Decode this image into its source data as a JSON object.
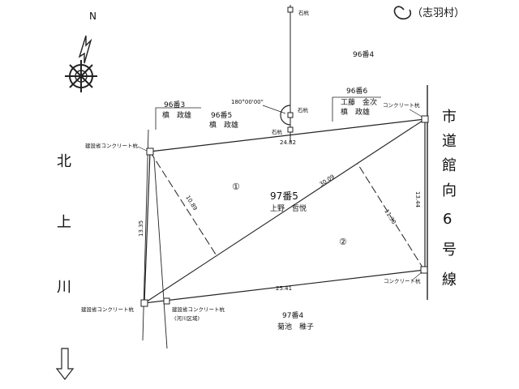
{
  "corner_note": "（志羽村）",
  "north_label": "N",
  "parcel_labels": {
    "n96_4_top": "96番4",
    "n96_3": "96番3",
    "n96_3_owner": "槙　政雄",
    "n96_5": "96番5",
    "n96_5_owner": "槙　政雄",
    "n96_6": "96番6",
    "n96_6_owner1": "工藤　金次",
    "n96_6_owner2": "槙　政雄",
    "main_parcel": "97番5",
    "main_owner": "上野　哲悦",
    "n97_4_bottom": "97番4",
    "n97_4_owner": "菊池　稚子"
  },
  "region_marks": {
    "region1": "①",
    "region2": "②"
  },
  "markers": {
    "stone_top": "石杭",
    "stone_mid": "石杭",
    "stone_low": "石杭",
    "concrete_ne": "コンクリート杭",
    "concrete_nw": "建設省コンクリート杭",
    "concrete_sw_left": "建設省コンクリート杭",
    "concrete_sw_right": "建設省コンクリート杭",
    "concrete_sw_right_note": "(河川区域)",
    "concrete_se": "コンクリート杭"
  },
  "angle_label": "180°00'00\"",
  "dimensions": {
    "top_edge": "24.82",
    "bottom_edge": "25.41",
    "right_edge": "13.44",
    "left_edge": "13.35",
    "diagonal": "30.09",
    "perp1": "10.89",
    "perp2": "11.30"
  },
  "road_label": [
    "市",
    "道",
    "館",
    "向",
    "6",
    "号",
    "線"
  ],
  "river_label": [
    "北",
    "上",
    "川"
  ],
  "colors": {
    "ink": "#222222",
    "background": "#ffffff"
  },
  "icons": [
    "north-arrow-icon",
    "compass-rose-icon",
    "down-arrow-icon",
    "survey-marker-icon"
  ]
}
